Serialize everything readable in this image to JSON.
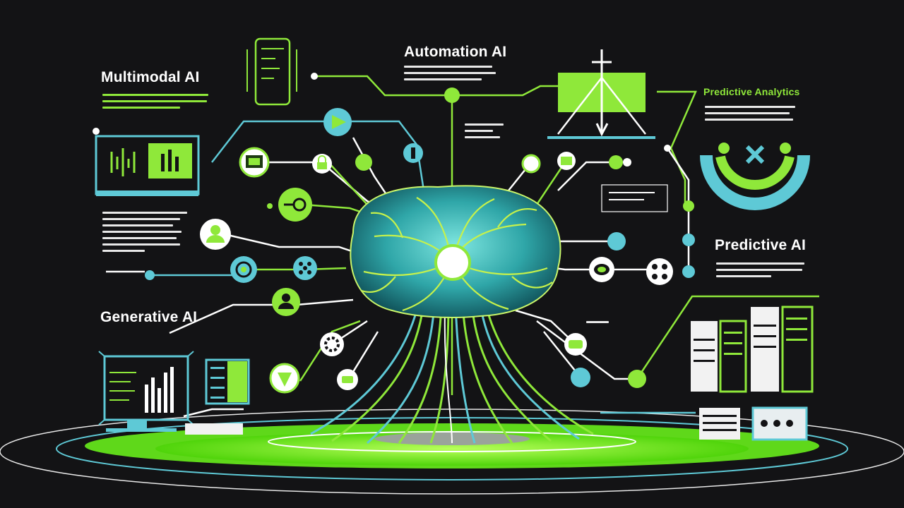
{
  "labels": {
    "multimodal": "Multimodal AI",
    "automation": "Automation AI",
    "predictive_analytics": "Predictive Analytics",
    "predictive": "Predictive AI",
    "generative": "Generative AI"
  },
  "colors": {
    "background": "#131315",
    "lime": "#8fe83a",
    "cyan": "#5ec9d6",
    "white": "#f2f2f2",
    "dark_green": "#1d3a12"
  },
  "icons": [
    "phone-icon",
    "chart-monitor-icon",
    "play-icon",
    "screen-icon",
    "lock-icon",
    "info-icon",
    "brain-core-icon",
    "check-icon",
    "key-icon",
    "user-icon",
    "eye-icon",
    "network-icon",
    "person-icon",
    "settings-icon",
    "shield-icon",
    "tag-icon",
    "gauge-icon",
    "grid-icon",
    "database-icon",
    "easel-icon"
  ]
}
